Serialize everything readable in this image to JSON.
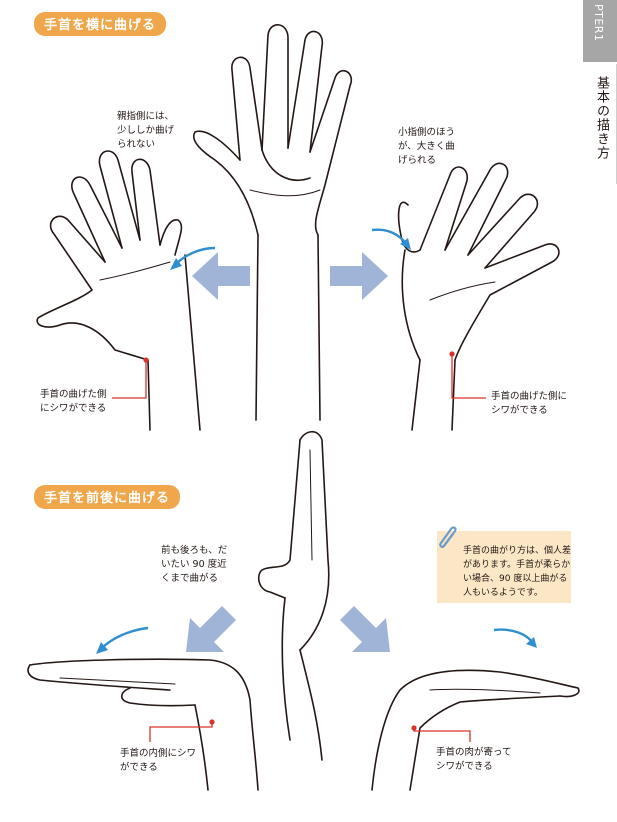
{
  "page": {
    "chapter_tab": "PTER1",
    "side_title": "基本の描き方"
  },
  "section1": {
    "title": "手首を横に曲げる",
    "left_note": "親指側には、\n少ししか曲げ\nられない",
    "right_note": "小指側のほう\nが、大きく曲\nげられる",
    "left_callout": "手首の曲げた側\nにシワができる",
    "right_callout": "手首の曲げた側に\nシワができる"
  },
  "section2": {
    "title": "手首を前後に曲げる",
    "center_note": "前も後ろも、だ\nいたい 90 度近\nくまで曲がる",
    "tip_box": "手首の曲がり方は、個人差\nがあります。手首が柔らか\nい場合、90 度以上曲がる\n人もいるようです。",
    "left_callout": "手首の内側にシワ\nができる",
    "right_callout": "手首の肉が寄って\nシワができる"
  },
  "colors": {
    "pill_bg": "#f0a64a",
    "arrow_fill": "#9fb4d6",
    "curve_arrow": "#2f8fd0",
    "callout_line": "#d9342b",
    "note_bg": "#fbe6c6",
    "line_art": "#231815"
  },
  "icons": [
    "paperclip-icon"
  ]
}
